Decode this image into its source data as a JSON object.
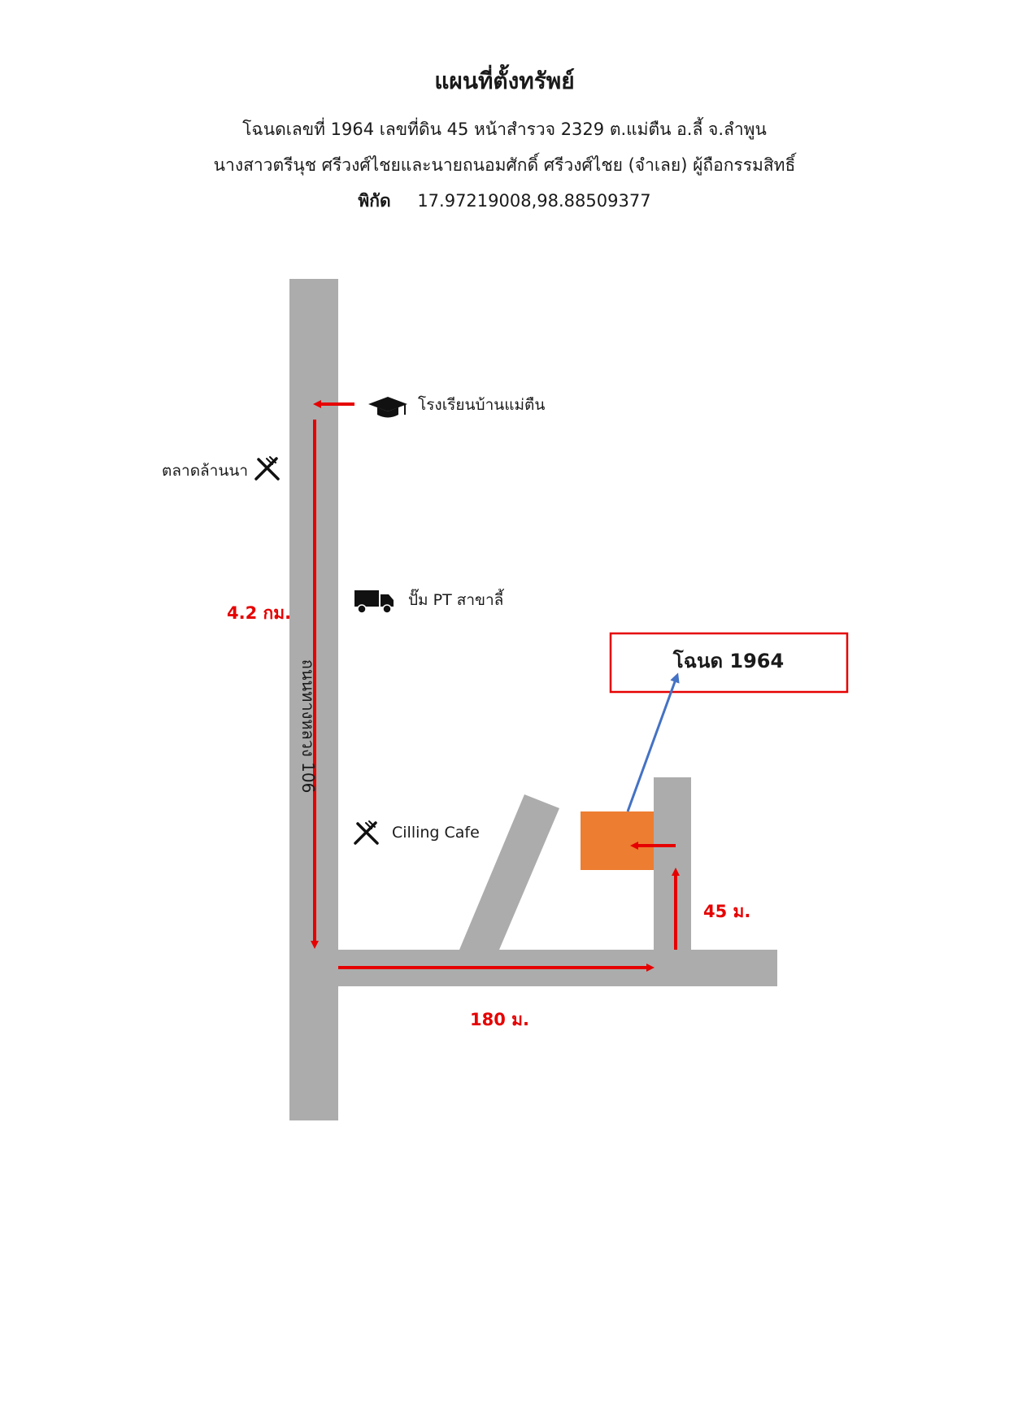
{
  "header": {
    "title": "แผนที่ตั้งทรัพย์",
    "line1": "โฉนดเลขที่ 1964 เลขที่ดิน 45 หน้าสำรวจ 2329 ต.แม่ตืน อ.ลี้ จ.ลำพูน",
    "line2": "นางสาวตรีนุช ศรีวงศ์ไชยและนายถนอมศักดิ์ ศรีวงศ์ไชย (จำเลย) ผู้ถือกรรมสิทธิ์",
    "coord_label": "พิกัด",
    "coord_value": "17.97219008,98.88509377"
  },
  "map": {
    "road_name": "ถนนทางหลวง 106",
    "landmarks": {
      "school": "โรงเรียนบ้านแม่ตืน",
      "market": "ตลาดล้านนา",
      "gas_station": "ปั๊ม PT สาขาลี้",
      "cafe": "Cilling Cafe"
    },
    "distances": {
      "main_road": "4.2 กม.",
      "side_road": "180 ม.",
      "lane": "45 ม."
    },
    "deed_label": "โฉนด 1964",
    "icons": [
      "graduation-cap-icon",
      "fork-knife-icon",
      "truck-icon",
      "fork-knife-icon"
    ],
    "colors": {
      "road": "#acacac",
      "route_arrow": "#e60000",
      "pointer_arrow": "#4472c4",
      "property": "#ed7d31",
      "deed_box_border": "#e60000"
    }
  }
}
